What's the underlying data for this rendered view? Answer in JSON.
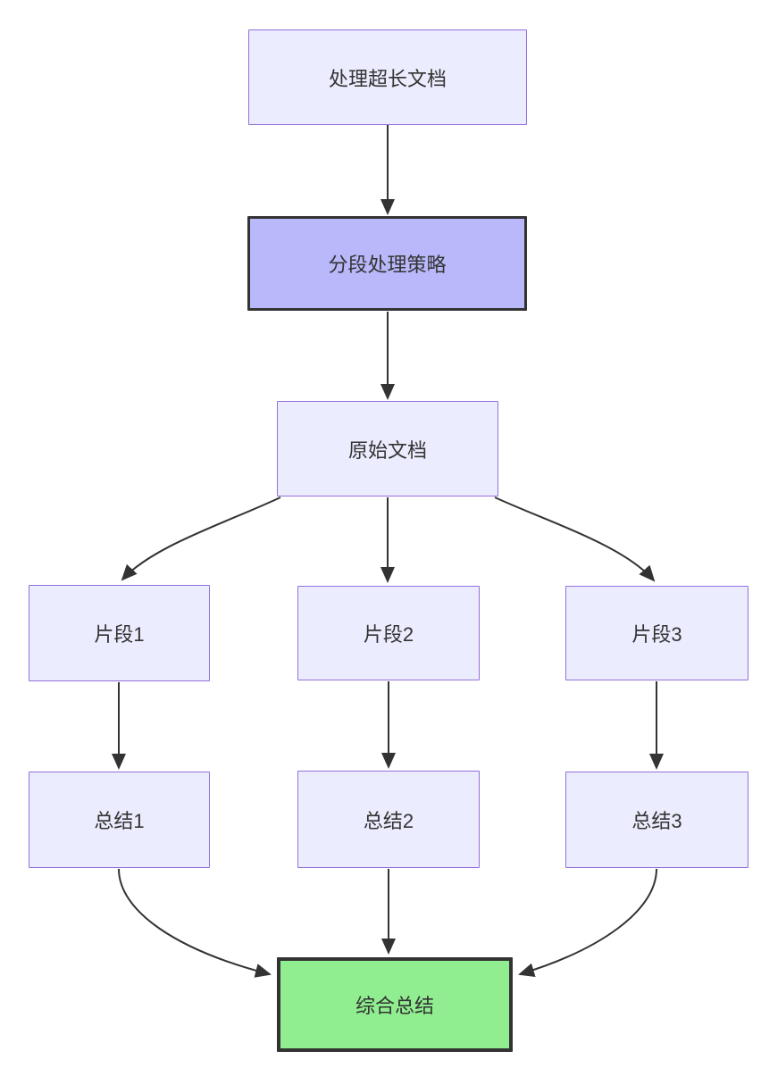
{
  "diagram": {
    "type": "flowchart",
    "direction": "top-down",
    "nodes": [
      {
        "id": "A",
        "label": "处理超长文档",
        "style": "default"
      },
      {
        "id": "B",
        "label": "分段处理策略",
        "style": "emphasis"
      },
      {
        "id": "C",
        "label": "原始文档",
        "style": "default"
      },
      {
        "id": "D",
        "label": "片段1",
        "style": "default"
      },
      {
        "id": "E",
        "label": "片段2",
        "style": "default"
      },
      {
        "id": "F",
        "label": "片段3",
        "style": "default"
      },
      {
        "id": "G",
        "label": "总结1",
        "style": "default"
      },
      {
        "id": "H",
        "label": "总结2",
        "style": "default"
      },
      {
        "id": "I",
        "label": "总结3",
        "style": "default"
      },
      {
        "id": "J",
        "label": "综合总结",
        "style": "success"
      }
    ],
    "edges": [
      {
        "from": "处理超长文档",
        "to": "分段处理策略"
      },
      {
        "from": "分段处理策略",
        "to": "原始文档"
      },
      {
        "from": "原始文档",
        "to": "片段1"
      },
      {
        "from": "原始文档",
        "to": "片段2"
      },
      {
        "from": "原始文档",
        "to": "片段3"
      },
      {
        "from": "片段1",
        "to": "总结1"
      },
      {
        "from": "片段2",
        "to": "总结2"
      },
      {
        "from": "片段3",
        "to": "总结3"
      },
      {
        "from": "总结1",
        "to": "综合总结"
      },
      {
        "from": "总结2",
        "to": "综合总结"
      },
      {
        "from": "总结3",
        "to": "综合总结"
      }
    ],
    "colors": {
      "node_fill": "#ECECFF",
      "node_border": "#9370DB",
      "emphasis_fill": "#B8B8FA",
      "success_fill": "#90EE90",
      "strong_border": "#333333",
      "edge_color": "#333333",
      "text_color": "#333333",
      "background": "#FFFFFF"
    }
  }
}
